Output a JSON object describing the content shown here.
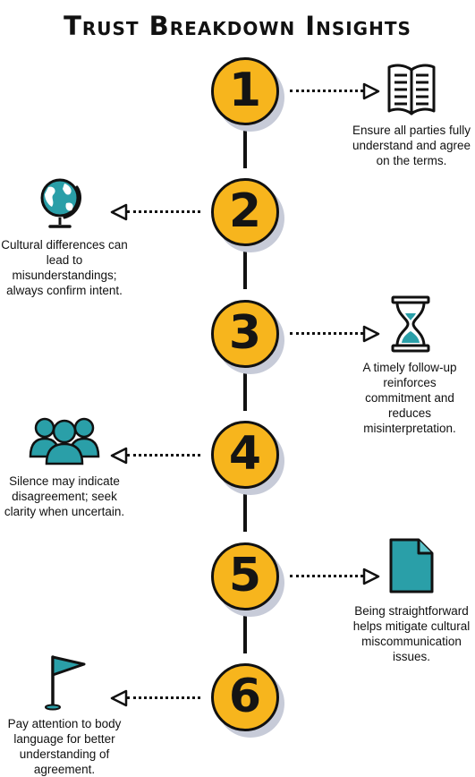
{
  "title": "Trust Breakdown Insights",
  "colors": {
    "circle_fill": "#f7b51d",
    "circle_shadow": "#c7cbd8",
    "icon_teal": "#2a9fa8",
    "ink": "#111111"
  },
  "steps": [
    {
      "number": "1",
      "side": "right",
      "icon": "open-book-icon",
      "text": "Ensure all parties fully understand and agree on the terms."
    },
    {
      "number": "2",
      "side": "left",
      "icon": "globe-icon",
      "text": "Cultural differences can lead to misunderstandings; always confirm intent."
    },
    {
      "number": "3",
      "side": "right",
      "icon": "hourglass-icon",
      "text": "A timely follow-up reinforces commitment and reduces misinterpretation."
    },
    {
      "number": "4",
      "side": "left",
      "icon": "group-icon",
      "text": "Silence may indicate disagreement; seek clarity when uncertain."
    },
    {
      "number": "5",
      "side": "right",
      "icon": "document-icon",
      "text": "Being straightforward helps mitigate cultural miscommunication issues."
    },
    {
      "number": "6",
      "side": "left",
      "icon": "flag-icon",
      "text": "Pay attention to body language for better understanding of agreement."
    }
  ]
}
